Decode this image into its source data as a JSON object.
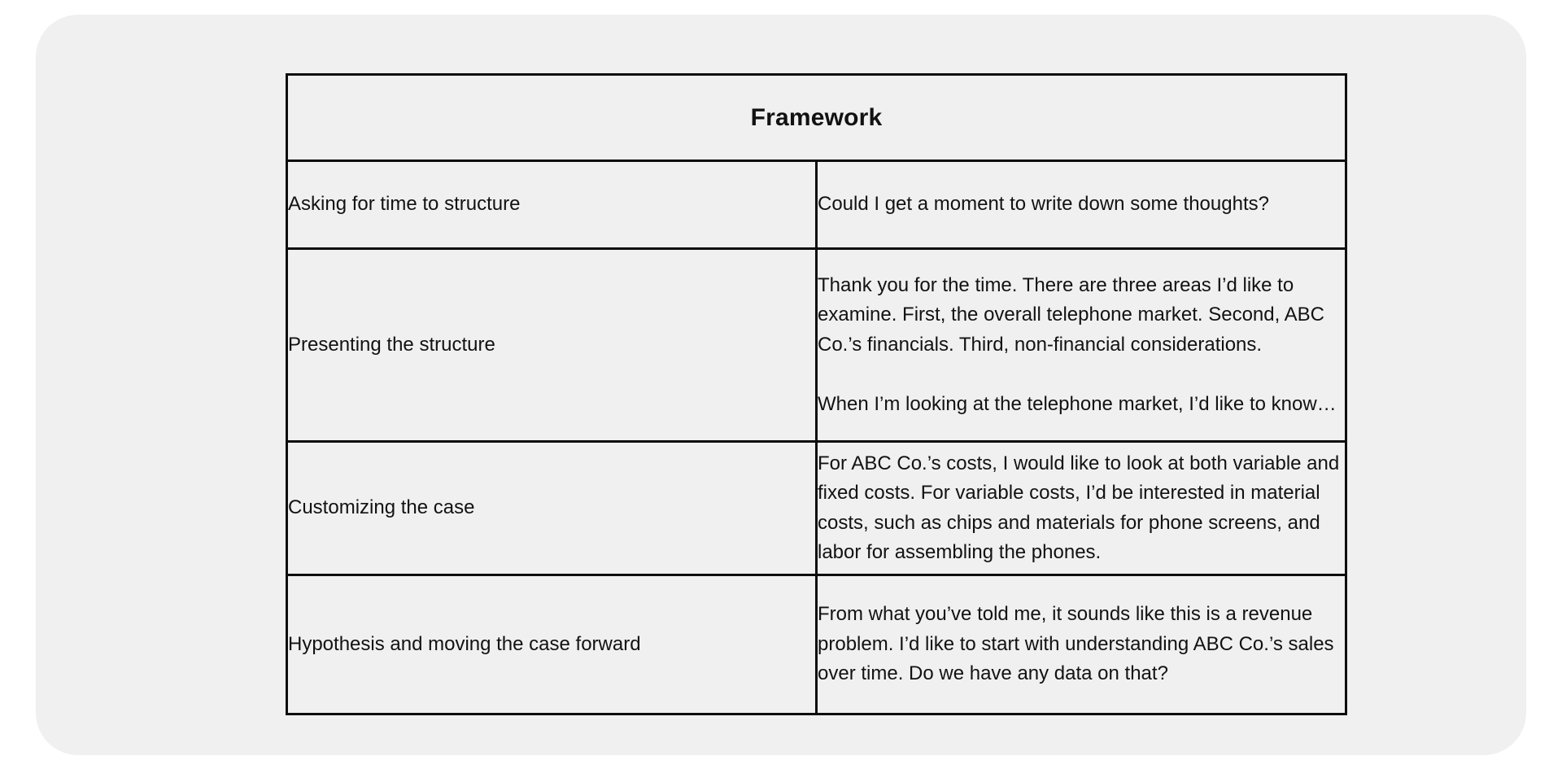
{
  "slide": {
    "background_color": "#f0f0f0",
    "page_background_color": "#ffffff",
    "border_color": "#0d0d0d",
    "text_color": "#121212"
  },
  "table": {
    "header": "Framework",
    "rows": [
      {
        "label": "Asking for time to structure",
        "paragraphs": [
          "Could I get a moment to write down some thoughts?"
        ]
      },
      {
        "label": "Presenting the structure",
        "paragraphs": [
          "Thank you for the time. There are three areas I’d like to examine. First, the overall telephone market. Second, ABC Co.’s financials. Third, non-financial considerations.",
          "When I’m looking at the telephone market, I’d like to know…"
        ]
      },
      {
        "label": "Customizing the case",
        "paragraphs": [
          "For ABC Co.’s costs, I would like to look at both variable and fixed costs. For variable costs, I’d be interested in material costs, such as chips and materials for phone screens, and labor for assembling the phones."
        ]
      },
      {
        "label": "Hypothesis and moving the case forward",
        "paragraphs": [
          "From what you’ve told me, it sounds like this is a revenue problem. I’d like to start with understanding ABC Co.’s sales over time. Do we have any data on that?"
        ]
      }
    ]
  }
}
